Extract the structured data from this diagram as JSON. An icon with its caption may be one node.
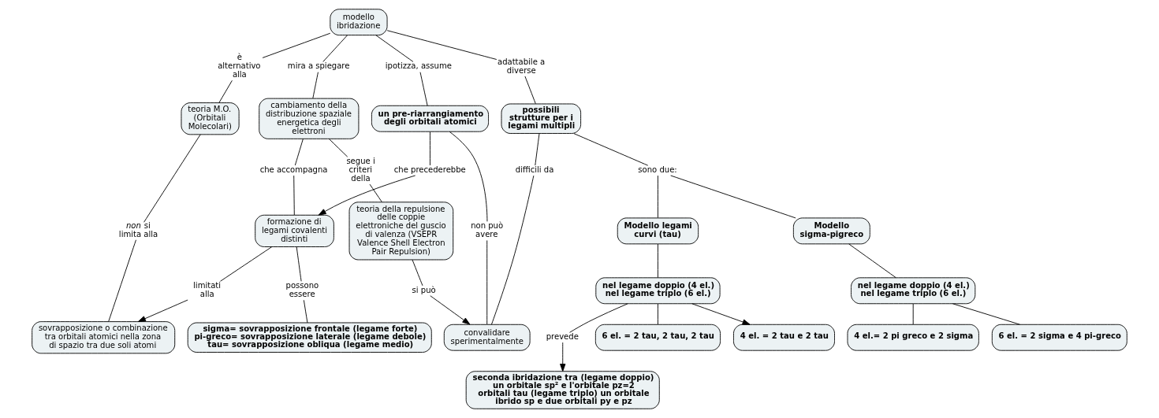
{
  "diagram": {
    "nodes": [
      {
        "text": [
          "modello ibridazione"
        ]
      },
      {
        "text": [
          "mira a spiegare"
        ]
      },
      {
        "text": [
          "è alternativo alla"
        ]
      },
      {
        "text": [
          "ipotizza, assume"
        ]
      },
      {
        "text": [
          "adattabile a diverse"
        ]
      },
      {
        "text": [
          "cambiamento della distribuzione spaziale energetica degli elettroni"
        ]
      },
      {
        "text": [
          "teoria M.O. (Orbitali Molecolari)"
        ]
      },
      {
        "text": [
          "un pre-riarrangiamento degli orbitali atomici"
        ]
      },
      {
        "text": [
          "possibili strutture per i legami multipli"
        ]
      },
      {
        "text": [
          "segue i criteri della"
        ]
      },
      {
        "text": [
          "che accompagna"
        ]
      },
      {
        "text": [
          "che precederebbe"
        ]
      },
      {
        "text": [
          "sono due:"
        ]
      },
      {
        "text": [
          "teoria della repulsione delle coppie elettroniche del guscio di valenza (VSEPR Valence Shell Electron Pair Repulsion)"
        ]
      },
      {
        "text": [
          "formazione di legami covalenti distinti"
        ]
      },
      {
        "text": [
          "Modello sigma-pigreco"
        ]
      },
      {
        "text": [
          "Modello legami curvi (tau)"
        ]
      },
      {
        "text": [
          "4 el. = 2 tau e 2 tau"
        ]
      },
      {
        "text": [
          "*non* si limita alla"
        ]
      },
      {
        "text": [
          "non può avere"
        ]
      },
      {
        "text": [
          "nel legame doppio (4 el.) nel legame triplo (6 el.)"
        ]
      },
      {
        "text": [
          "prevede"
        ]
      },
      {
        "text": [
          "seconda ibridazione tra (legame doppio) un orbitale sp² e l'orbitale pz=2 orbitali tau (legame triplo) un orbitale ibrido sp e due orbitali py e pz"
        ]
      },
      {
        "text": [
          "limitati alla"
        ]
      },
      {
        "text": [
          "possono essere"
        ]
      },
      {
        "text": [
          "si può"
        ]
      },
      {
        "text": [
          "sovrapposizione o combinazione tra orbitali atomici nella zona di spazio tra due soli atomi"
        ]
      },
      {
        "text": [
          "difficili da"
        ]
      },
      {
        "text": [
          "nel legame doppio (4 el.) nel legame triplo (6 el.)"
        ]
      },
      {
        "text": [
          "6 el. = 2 tau, 2 tau, 2 tau"
        ]
      },
      {
        "text": [
          "sigma= sovrapposizione frontale (legame forte) pi-greco= sovrapposizione laterale (legame debole) tau= sovrapposizione obliqua (legame medio)"
        ]
      },
      {
        "text": [
          "convalidare sperimentalmente"
        ]
      },
      {
        "text": [
          "4 el.= 2 pi greco e 2 sigma"
        ]
      },
      {
        "text": [
          "6 el. = 2 sigma e 4 pi-greco"
        ]
      }
    ],
    "edges": [
      {
        "from": 0,
        "to": 1,
        "arrow": "none"
      },
      {
        "from": 1,
        "to": 5,
        "arrow": "none"
      },
      {
        "from": 0,
        "to": 2,
        "arrow": "none"
      },
      {
        "from": 2,
        "to": 6,
        "arrow": "none"
      },
      {
        "from": 0,
        "to": 3,
        "arrow": "none"
      },
      {
        "from": 3,
        "to": 7,
        "arrow": "none"
      },
      {
        "from": 0,
        "to": 4,
        "arrow": "none"
      },
      {
        "from": 4,
        "to": 8,
        "arrow": "none"
      },
      {
        "from": 5,
        "to": 9,
        "arrow": "none"
      },
      {
        "from": 9,
        "to": 13,
        "arrow": "none"
      },
      {
        "from": 5,
        "to": 10,
        "arrow": "none"
      },
      {
        "from": 10,
        "to": 14,
        "arrow": "none"
      },
      {
        "from": 7,
        "to": 11,
        "arrow": "none"
      },
      {
        "from": 11,
        "to": 14,
        "arrow": "to"
      },
      {
        "from": 8,
        "to": 12,
        "arrow": "none"
      },
      {
        "from": 12,
        "to": 15,
        "arrow": "none"
      },
      {
        "from": 12,
        "to": 16,
        "arrow": "none"
      },
      {
        "from": 6,
        "to": 18,
        "arrow": "none"
      },
      {
        "from": 18,
        "to": 26,
        "arrow": "none"
      },
      {
        "from": 7,
        "to": 19,
        "arrow": "none"
      },
      {
        "from": 19,
        "to": 31,
        "arrow": "none"
      },
      {
        "from": 16,
        "to": 20,
        "arrow": "none"
      },
      {
        "from": 20,
        "to": 17,
        "arrow": "to"
      },
      {
        "from": 20,
        "to": 21,
        "arrow": "none"
      },
      {
        "from": 21,
        "to": 22,
        "arrow": "to"
      },
      {
        "from": 20,
        "to": 29,
        "arrow": "none"
      },
      {
        "from": 14,
        "to": 23,
        "arrow": "none"
      },
      {
        "from": 23,
        "to": 26,
        "arrow": "to"
      },
      {
        "from": 14,
        "to": 24,
        "arrow": "none"
      },
      {
        "from": 24,
        "to": 30,
        "arrow": "none"
      },
      {
        "from": 13,
        "to": 25,
        "arrow": "none"
      },
      {
        "from": 25,
        "to": 31,
        "arrow": "to"
      },
      {
        "from": 8,
        "to": 27,
        "arrow": "none"
      },
      {
        "from": 27,
        "to": 31,
        "arrow": "none"
      },
      {
        "from": 15,
        "to": 28,
        "arrow": "none"
      },
      {
        "from": 28,
        "to": 32,
        "arrow": "none"
      },
      {
        "from": 28,
        "to": 33,
        "arrow": "none"
      }
    ]
  }
}
